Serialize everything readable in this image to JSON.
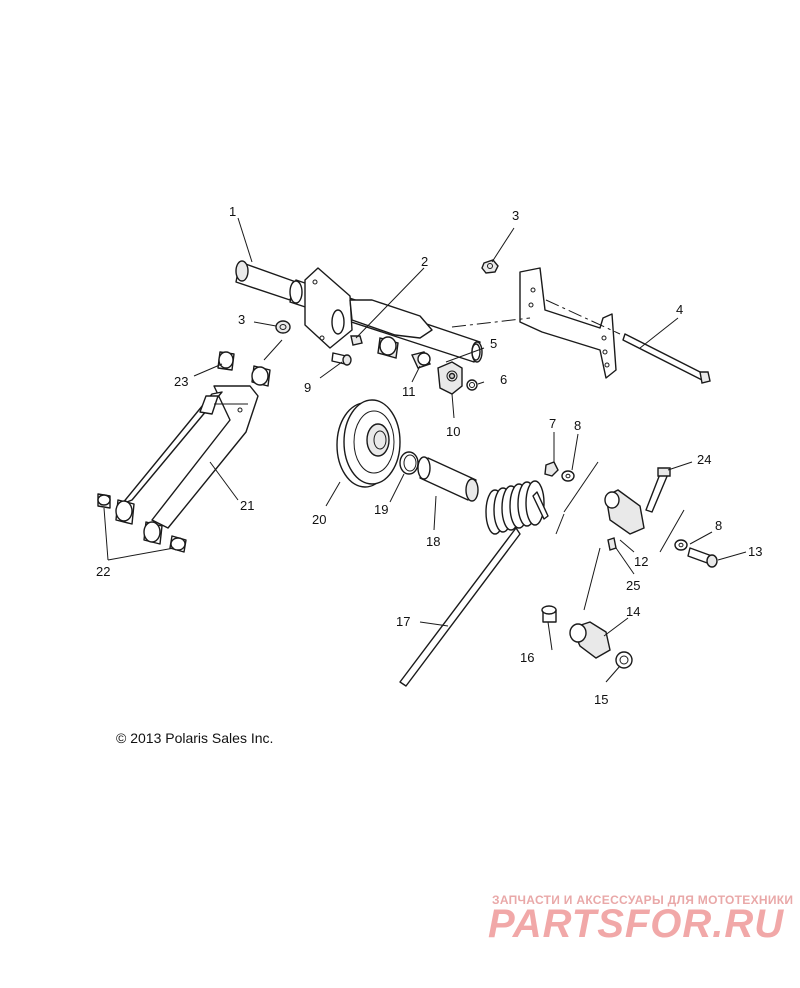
{
  "diagram": {
    "callouts": [
      "1",
      "2",
      "3",
      "3",
      "4",
      "5",
      "6",
      "7",
      "8",
      "8",
      "9",
      "10",
      "11",
      "12",
      "13",
      "14",
      "15",
      "16",
      "17",
      "18",
      "19",
      "20",
      "21",
      "22",
      "23",
      "24",
      "25"
    ]
  },
  "copyright": "© 2013 Polaris Sales Inc.",
  "watermark": {
    "tagline": "ЗАПЧАСТИ И АКСЕССУАРЫ ДЛЯ МОТОТЕХНИКИ",
    "logo": "PARTSFOR.RU",
    "color": "#ef9a9a"
  }
}
